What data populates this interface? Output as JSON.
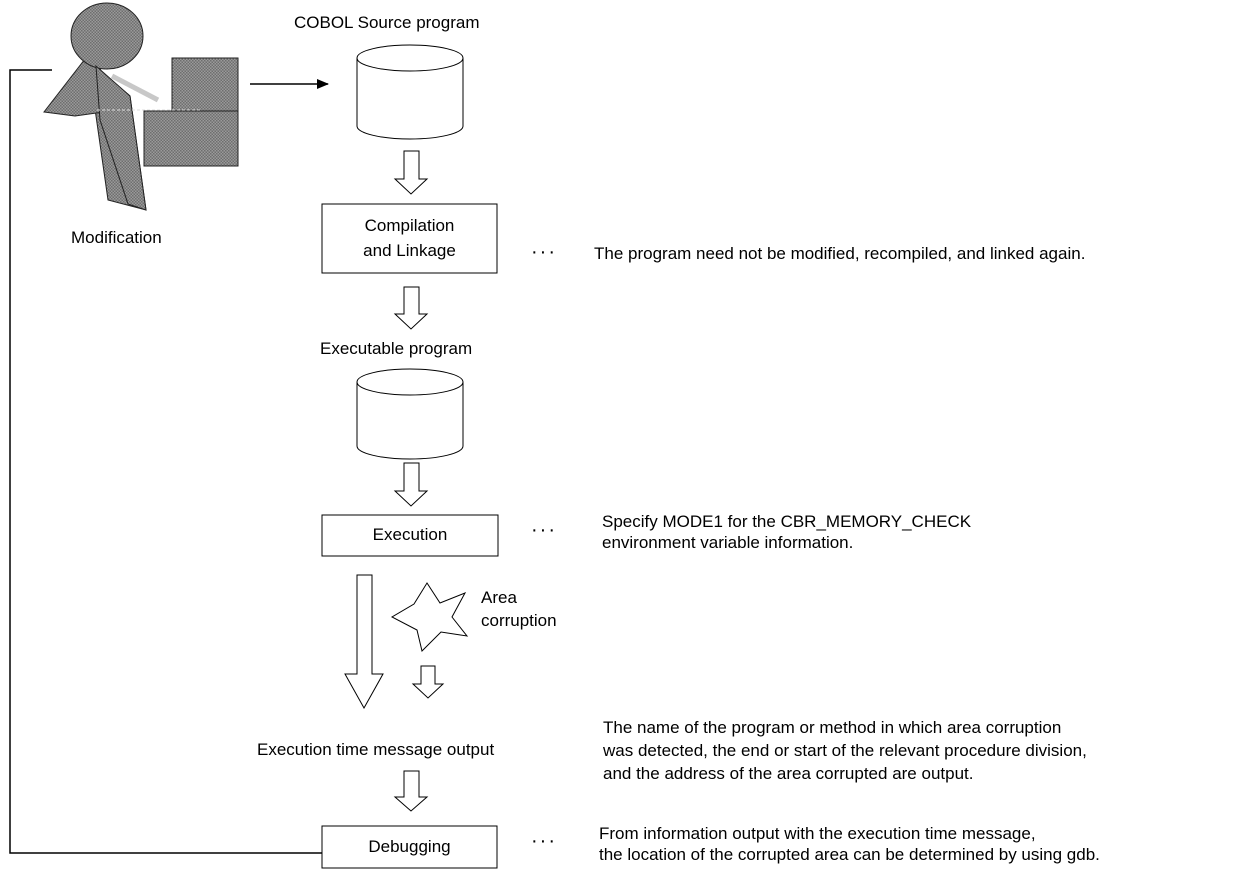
{
  "labels": {
    "source_program": "COBOL Source program",
    "modification": "Modification",
    "compilation_line1": "Compilation",
    "compilation_line2": "and Linkage",
    "executable_program": "Executable program",
    "execution": "Execution",
    "area_corruption_line1": "Area",
    "area_corruption_line2": "corruption",
    "message_output": "Execution time message output",
    "debugging": "Debugging"
  },
  "notes": {
    "ellipsis": "···",
    "compilation_note": "The program need not be modified, recompiled, and linked again.",
    "execution_note_line1": "Specify MODE1 for the CBR_MEMORY_CHECK",
    "execution_note_line2": "environment variable information.",
    "output_note_line1": "The name of the program or method in which area corruption",
    "output_note_line2": "was detected, the end or start of the relevant procedure division,",
    "output_note_line3": "and the address of the area corrupted are output.",
    "debugging_note_line1": "From information output with the execution time message,",
    "debugging_note_line2": "the location of the corrupted area can be determined by using gdb."
  }
}
